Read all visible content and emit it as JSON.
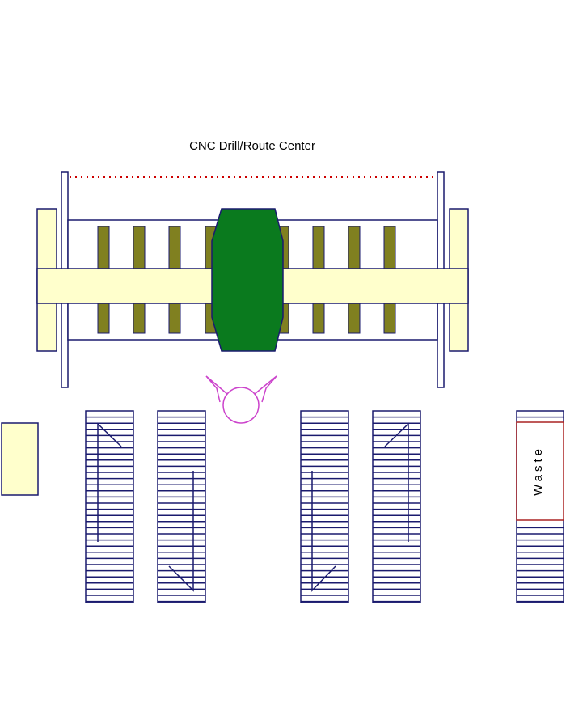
{
  "title": "CNC Drill/Route Center",
  "waste_label": "Waste",
  "colors": {
    "outline": "#1a1a6e",
    "cream": "#ffffcc",
    "olive": "#808020",
    "head_green": "#0a7a1e",
    "operator": "#cc44cc",
    "dotted": "#cc0000",
    "waste_border": "#aa2222"
  },
  "icons": {
    "operator": "operator-symbol",
    "flow_arrow": "flow-arrow-icon"
  }
}
